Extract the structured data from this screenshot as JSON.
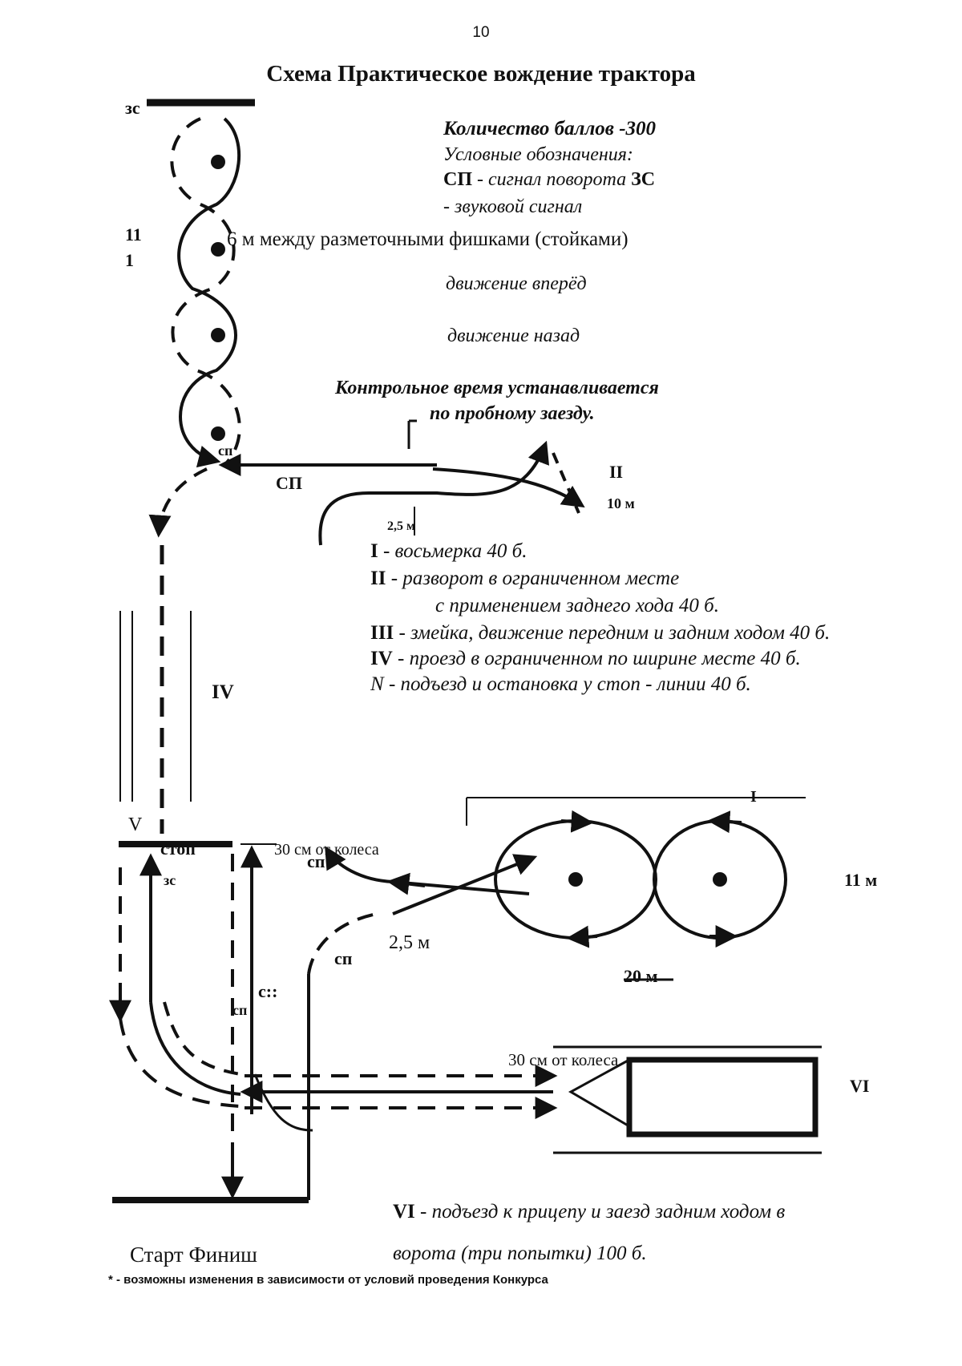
{
  "page_number": "10",
  "title": "Схема Практическое вождение трактора",
  "info": {
    "points": "Количество баллов -300",
    "legend_title": "Условные обозначения:",
    "sp_abbr": "СП",
    "sp_desc": "- сигнал поворота",
    "zs_abbr": "ЗС",
    "zs_desc": "- звуковой сигнал",
    "distance": "6 м между разметочными фишками (стойками)",
    "forward": "движение вперёд",
    "backward": "движение назад",
    "control_time_1": "Контрольное время устанавливается",
    "control_time_2": "по пробному заезду."
  },
  "exercises": [
    {
      "num": "I",
      "text": "- восьмерка 40 б."
    },
    {
      "num": "II",
      "text": "- разворот в ограниченном месте"
    },
    {
      "num": "",
      "text": "с применением заднего хода 40 б."
    },
    {
      "num": "III",
      "text": "- змейка, движение передним и задним ходом 40 б."
    },
    {
      "num": "IV",
      "text": "- проезд в ограниченном по ширине месте 40 б."
    },
    {
      "num": "N",
      "text": "- подъезд и остановка у стоп - линии 40 б."
    }
  ],
  "exercise_vi": {
    "num": "VI",
    "line1": "- подъезд к прицепу и заезд задним ходом в",
    "line2": "ворота (три попытки) 100 б."
  },
  "labels": {
    "zs_top": "зс",
    "num_11": "11",
    "num_1": "1",
    "sp_serpentine": "сп",
    "sp_horizontal": "СП",
    "ii": "II",
    "ten_m": "10 м",
    "two5_m_top": "2,5 м",
    "iv": "IV",
    "v": "V",
    "stop": "стоп",
    "thirty_cm_1": "30 см от колеса",
    "sp_stop": "сп",
    "zs_bottom": "зс",
    "i_figure": "I",
    "eleven_m": "11 м",
    "two5_m_bottom": "2,5 м",
    "sp_bottom": "сп",
    "twenty_m": "20 м",
    "c_label": "с::",
    "sp_left": "сп",
    "thirty_cm_2": "30 см от колеса",
    "vi": "VI",
    "start_finish": "Старт Финиш"
  },
  "footnote": "* - возможны изменения в зависимости от условий проведения Конкурса"
}
